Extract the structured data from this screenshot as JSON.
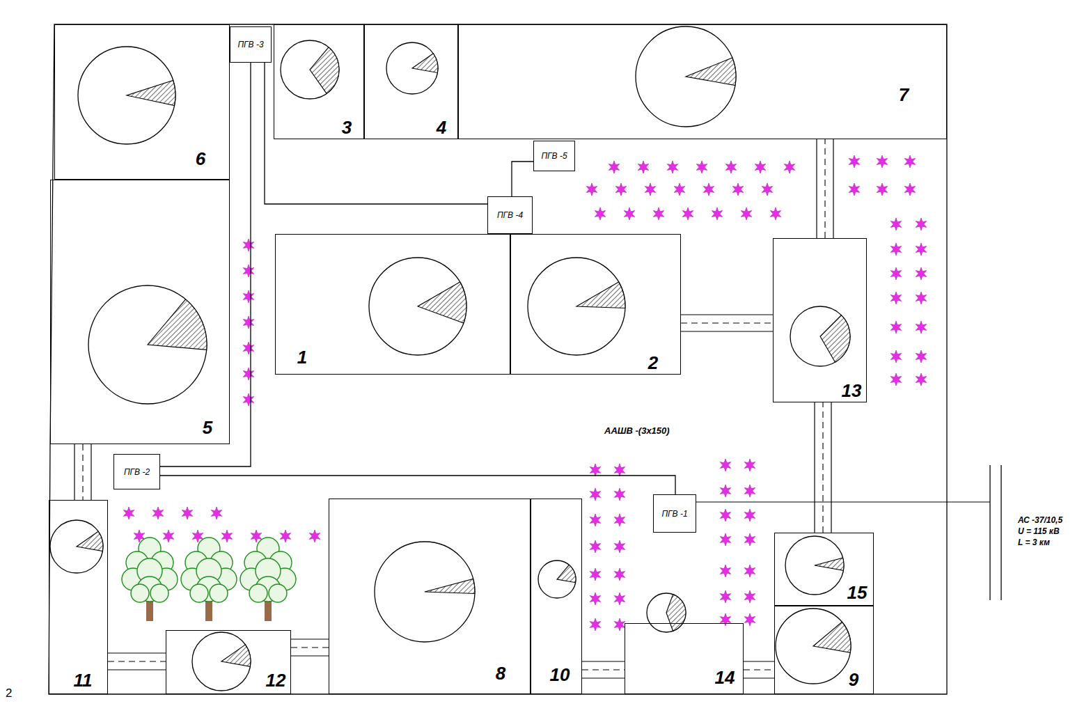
{
  "diagram": {
    "nodes": [
      {
        "text": [
          "6"
        ]
      },
      {
        "text": [
          "ПГВ -3"
        ]
      },
      {
        "text": [
          "3"
        ]
      },
      {
        "text": [
          "4"
        ]
      },
      {
        "text": [
          "7"
        ]
      },
      {
        "text": [
          "ПГВ -5"
        ]
      },
      {
        "text": [
          "5"
        ]
      },
      {
        "text": [
          "ПГВ -4"
        ]
      },
      {
        "text": [
          "1"
        ]
      },
      {
        "text": [
          "2"
        ]
      },
      {
        "text": [
          "13"
        ]
      },
      {
        "text": [
          "ПГВ -2"
        ]
      },
      {
        "text": [
          "ПГВ -1"
        ]
      },
      {
        "text": [
          "11"
        ]
      },
      {
        "text": [
          "8"
        ]
      },
      {
        "text": [
          "10"
        ]
      },
      {
        "text": [
          "15"
        ]
      },
      {
        "text": [
          "9"
        ]
      },
      {
        "text": [
          "14"
        ]
      },
      {
        "text": [
          "12"
        ]
      }
    ],
    "edges": [
      {
        "from": 1,
        "to": 11,
        "arrow": "none"
      },
      {
        "from": 1,
        "to": 7,
        "arrow": "none"
      },
      {
        "from": 7,
        "to": 5,
        "arrow": "none"
      },
      {
        "from": 11,
        "to": 12,
        "arrow": "none"
      },
      {
        "from": 6,
        "to": 13,
        "arrow": "none"
      },
      {
        "from": 13,
        "to": 19,
        "arrow": "none"
      },
      {
        "from": 19,
        "to": 14,
        "arrow": "none"
      },
      {
        "from": 15,
        "to": 18,
        "arrow": "none"
      },
      {
        "from": 18,
        "to": 17,
        "arrow": "none"
      },
      {
        "from": 16,
        "to": 10,
        "arrow": "none"
      },
      {
        "from": 10,
        "to": 4,
        "arrow": "none"
      },
      {
        "from": 9,
        "to": 10,
        "arrow": "none"
      }
    ],
    "labels": [
      "ААШВ -(3х150)",
      "АС -37/10,5",
      "U = 115 кВ",
      "L = 3 км",
      "2"
    ]
  }
}
